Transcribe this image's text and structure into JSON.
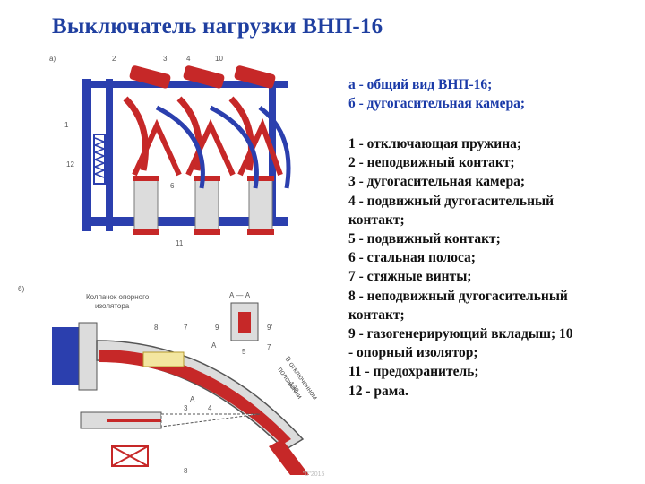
{
  "title": "Выключатель нагрузки ВНП-16",
  "legend_top": [
    "а  -  общий вид ВНП-16;",
    "б  -  дугогасительная камера;"
  ],
  "legend": [
    "1  -  отключающая пружина;",
    "2  -  неподвижный контакт;",
    "3  -  дугогасительная камера;",
    "4  -  подвижный дугогасительный",
    "контакт;",
    "5  -  подвижный контакт;",
    "6  -  стальная полоса;",
    "7  -  стяжные винты;",
    "8  -  неподвижный дугогасительный",
    "контакт;",
    "9  -  газогенерирующий вкладыш; 10",
    " -  опорный изолятор;",
    "11 - предохранитель;",
    "12  -  рама."
  ],
  "figure_labels": {
    "view_a": "а)",
    "view_b": "б)",
    "callouts_a": [
      "2",
      "3",
      "4",
      "10",
      "1",
      "12",
      "6",
      "11"
    ],
    "callouts_b": [
      "8",
      "7",
      "9",
      "5",
      "9'",
      "7",
      "3",
      "4",
      "8"
    ],
    "section_marks": [
      "А — А",
      "А",
      "А"
    ],
    "cap_label_1": "Колпачок опорного",
    "cap_label_2": "изолятора",
    "position_1": "В отключенном",
    "position_2": "положении",
    "position_3": "130"
  },
  "footer": "\"0\"2015",
  "colors": {
    "title": "#1f3fa0",
    "frame": "#2b3fae",
    "insulator_red": "#c62828",
    "fuse": "#d9d9d9",
    "insert": "#f3e6a0"
  }
}
